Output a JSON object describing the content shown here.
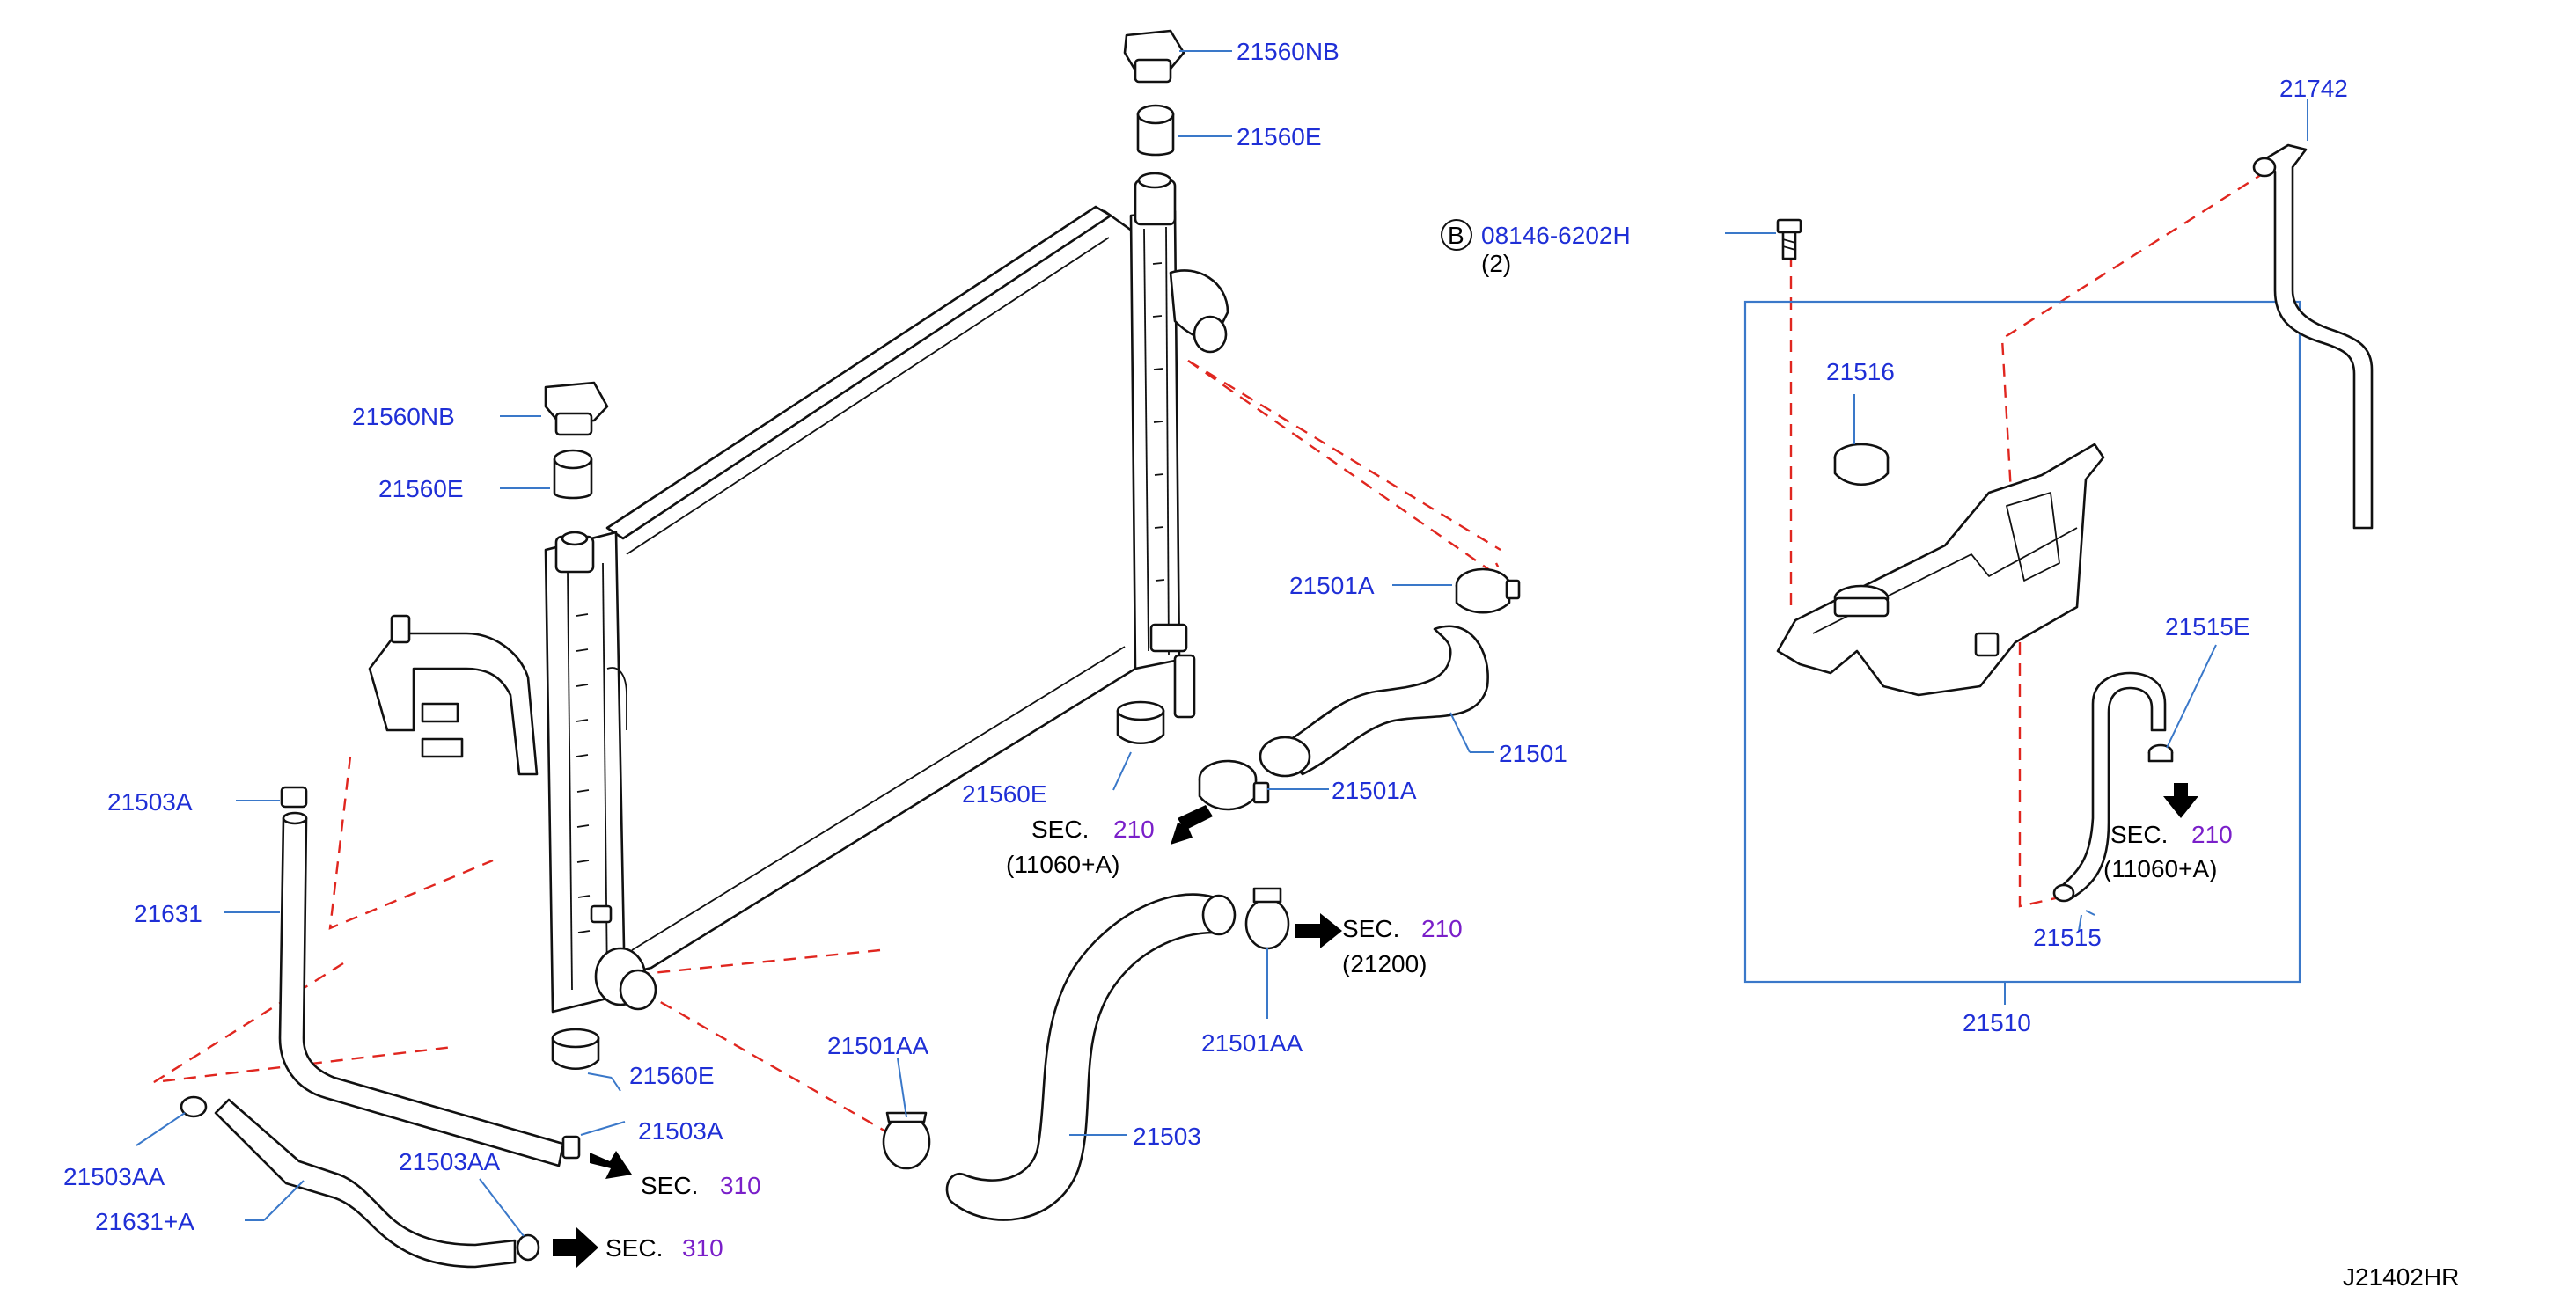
{
  "diagram": {
    "code": "J21402HR",
    "colors": {
      "part_number": "#1f2fd6",
      "section_number": "#7a1fc9",
      "leader": "#3a78c9",
      "dashed_link": "#e0261f"
    },
    "callouts": {
      "cap_top_nb": "21560NB",
      "mount_top_e": "21560E",
      "cap_left_nb": "21560NB",
      "mount_left_e": "21560E",
      "bolt_badge": "B",
      "bolt_number": "08146-6202H",
      "bolt_qty": "(2)",
      "reservoir_hose": "21742",
      "reservoir_cap": "21516",
      "clamp_upper_top": "21501A",
      "upper_hose": "21501",
      "clamp_upper_bottom": "21501A",
      "mount_bottom_right_e": "21560E",
      "clamp_left_top": "21503A",
      "left_pipe": "21631",
      "clamp_left_aa": "21503AA",
      "left_pipe_plus": "21631+A",
      "clamp_left_aa_bottom": "21503AA",
      "clamp_left_a_bottom": "21503A",
      "mount_bottom_e": "21560E",
      "clamp_lower_aa_left": "21501AA",
      "clamp_lower_aa_right": "21501AA",
      "lower_hose": "21503",
      "drain_clip": "21515E",
      "drain_hose": "21515",
      "reservoir_assembly": "21510"
    },
    "sections": {
      "sec1": {
        "label": "SEC.",
        "number": "210",
        "ref": "(11060+A)"
      },
      "sec2": {
        "label": "SEC.",
        "number": "210",
        "ref": "(21200)"
      },
      "sec3": {
        "label": "SEC.",
        "number": "210",
        "ref": "(11060+A)"
      },
      "sec4": {
        "label": "SEC.",
        "number": "310"
      },
      "sec5": {
        "label": "SEC.",
        "number": "310"
      }
    }
  }
}
